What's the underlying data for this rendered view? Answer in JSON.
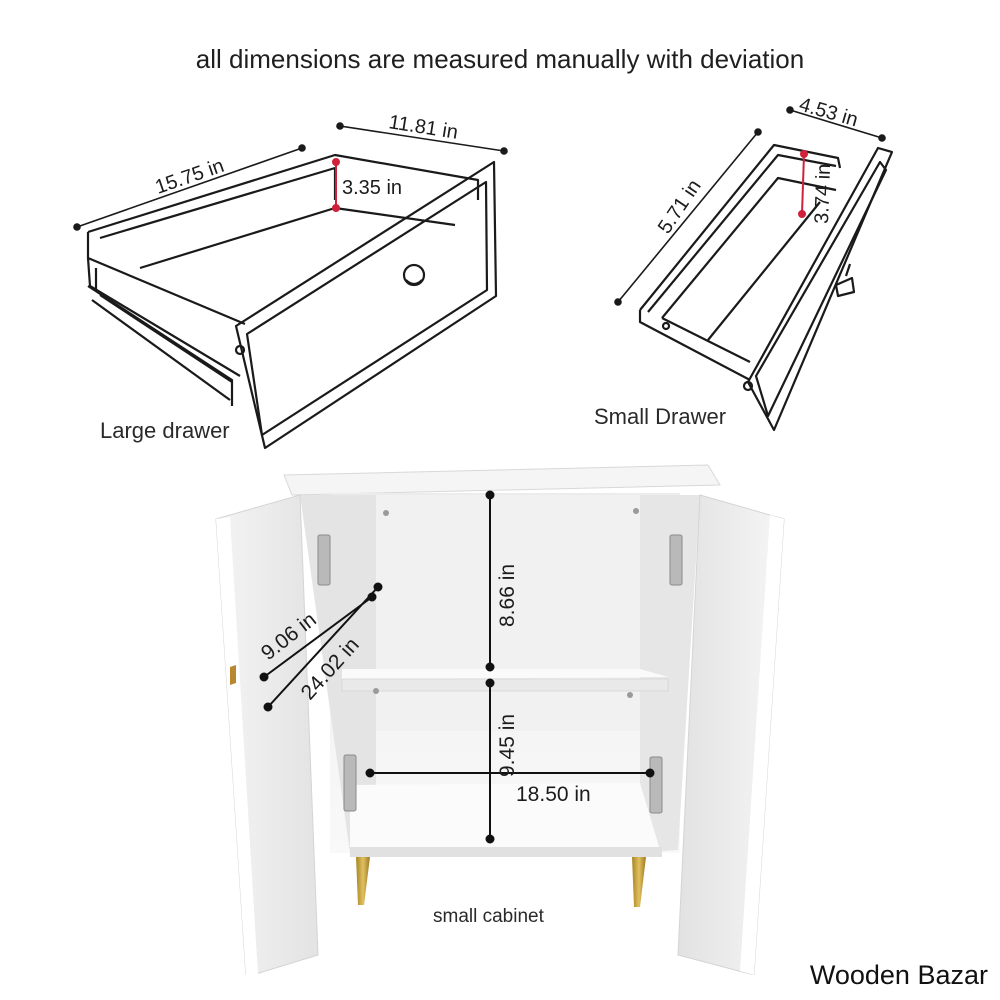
{
  "title": "all dimensions are measured manually with deviation",
  "large_drawer": {
    "caption": "Large drawer",
    "width": "15.75 in",
    "depth": "11.81 in",
    "height": "3.35 in"
  },
  "small_drawer": {
    "caption": "Small Drawer",
    "length": "5.71 in",
    "width": "4.53 in",
    "height": "3.74 in"
  },
  "cabinet": {
    "caption": "small cabinet",
    "upper_height": "8.66 in",
    "lower_height": "9.45 in",
    "inner_depth": "9.06 in",
    "overall_depth": "24.02 in",
    "inner_width": "18.50 in"
  },
  "brand": "Wooden Bazar",
  "colors": {
    "line": "#1a1a1a",
    "height_marker": "#d0213a",
    "panel_white": "#f7f7f7",
    "panel_shadow": "#dcdcdc",
    "gold_leg": "#c9a53a"
  }
}
